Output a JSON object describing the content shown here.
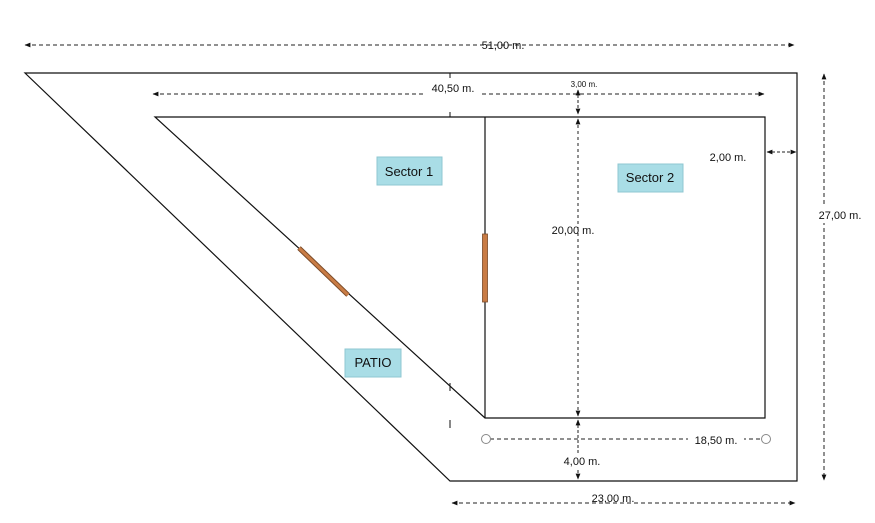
{
  "plan": {
    "overall_width": "51,00 m.",
    "inner_width": "40,50 m.",
    "small_gap": "3,00 m.",
    "right_margin": "2,00 m.",
    "total_height": "27,00 m.",
    "inner_height": "20,00 m.",
    "bottom_gap": "4,00 m.",
    "base_width": "23,00 m.",
    "sector2_width": "18,50 m."
  },
  "labels": {
    "sector1": "Sector 1",
    "sector2": "Sector 2",
    "patio": "PATIO"
  },
  "colors": {
    "line": "#111111",
    "dashed": "#222222",
    "label_bg": "#a9dde6",
    "label_border": "#8fc7d1",
    "door": "#c97c45",
    "door_edge": "#7a4a28"
  }
}
